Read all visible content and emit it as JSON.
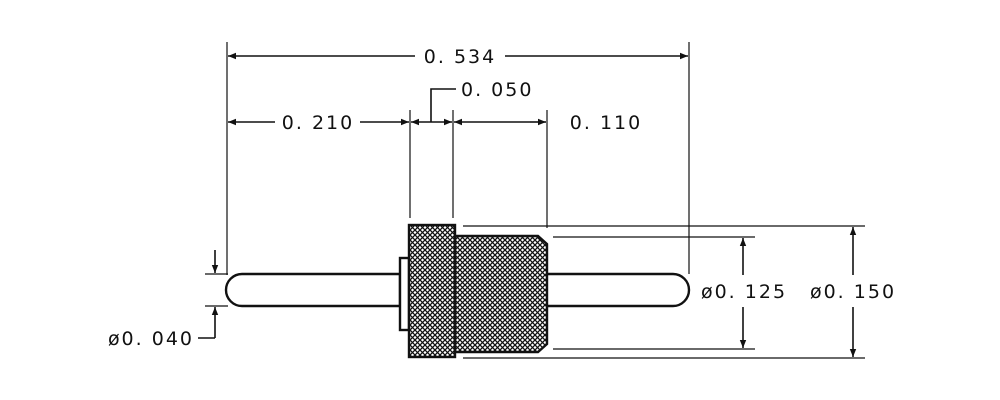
{
  "dimensions": {
    "overall_length": "0. 534",
    "left_pin_length": "0. 210",
    "flange_width": "0. 050",
    "body_length": "0. 110",
    "body_diameter": "ø0. 125",
    "flange_diameter": "ø0. 150",
    "pin_diameter": "ø0. 040"
  }
}
